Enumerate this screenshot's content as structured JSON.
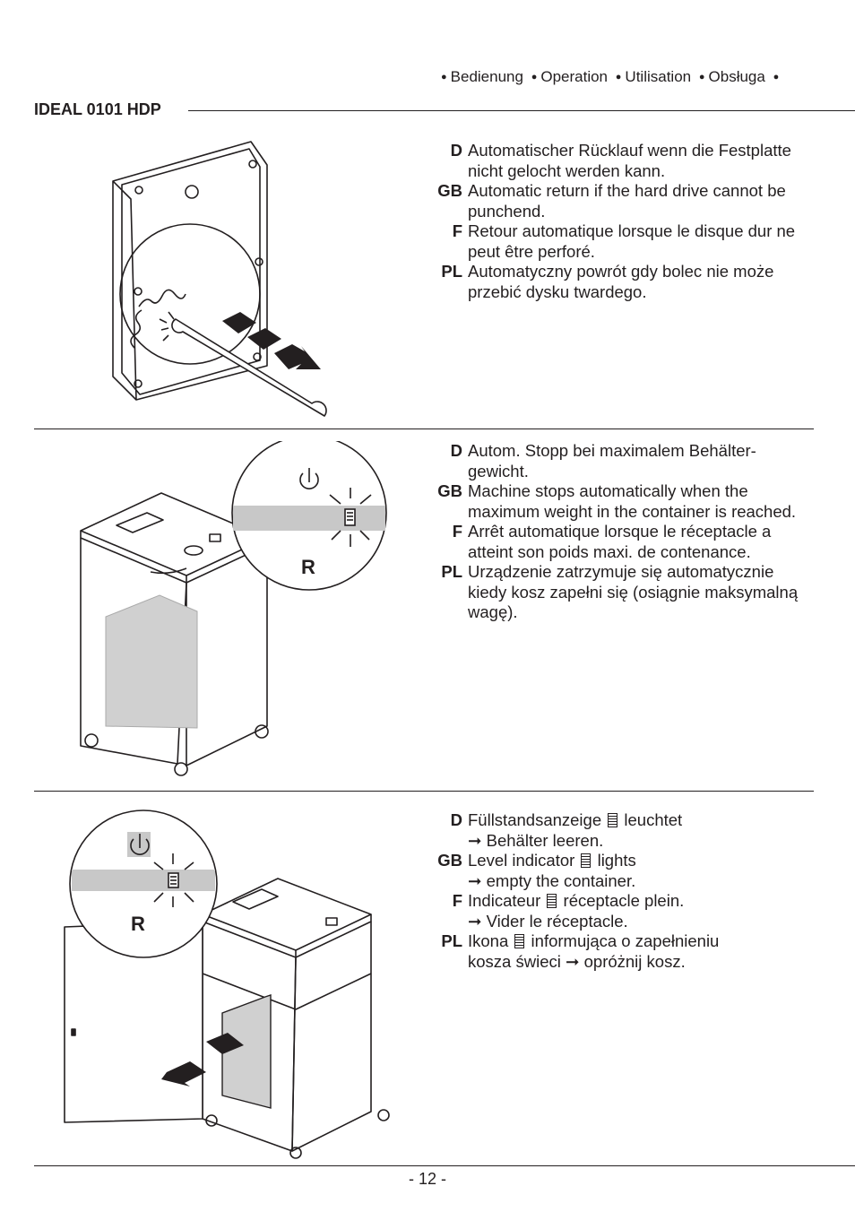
{
  "header": {
    "nav": [
      "Bedienung",
      "Operation",
      "Utilisation",
      "Obsługa"
    ],
    "bullet": "●",
    "model": "IDEAL 0101 HDP"
  },
  "sections": [
    {
      "entries": [
        {
          "code": "D",
          "text": "Automatischer Rücklauf wenn die Festplatte nicht gelocht werden kann."
        },
        {
          "code": "GB",
          "text": "Automatic return if the hard drive cannot be punchend."
        },
        {
          "code": "F",
          "text": "Retour automatique lorsque le disque dur ne peut être perforé."
        },
        {
          "code": "PL",
          "text": "Automatyczny powrót gdy bolec nie może przebić dysku twardego."
        }
      ]
    },
    {
      "detail_label": "R",
      "entries": [
        {
          "code": "D",
          "text": "Autom. Stopp bei maximalem Behälter-gewicht."
        },
        {
          "code": "GB",
          "text": "Machine stops automatically when the maximum weight in the container is reached."
        },
        {
          "code": "F",
          "text": "Arrêt automatique lorsque le réceptacle a atteint son poids maxi. de contenance."
        },
        {
          "code": "PL",
          "text": "Urządzenie zatrzymuje się automatycznie kiedy kosz zapełni się (osiągnie maksymalną wagę)."
        }
      ]
    },
    {
      "detail_label": "R",
      "entries": [
        {
          "code": "D",
          "line1_a": "Füllstandsanzeige",
          "line1_b": "leuchtet",
          "line2": "➞ Behälter leeren."
        },
        {
          "code": "GB",
          "line1_a": "Level indicator",
          "line1_b": "lights",
          "line2": "➞ empty the container."
        },
        {
          "code": "F",
          "line1_a": "Indicateur",
          "line1_b": "réceptacle plein.",
          "line2": "➞ Vider le réceptacle."
        },
        {
          "code": "PL",
          "line1_a": "Ikona",
          "line1_b": "informująca o zapełnieniu",
          "line2": "kosza świeci ➞ opróżnij kosz."
        }
      ]
    }
  ],
  "footer": {
    "page": "- 12 -"
  },
  "colors": {
    "ink": "#231f20",
    "highlight_band": "#c8c8c8",
    "bin": "#d0d0d0"
  }
}
